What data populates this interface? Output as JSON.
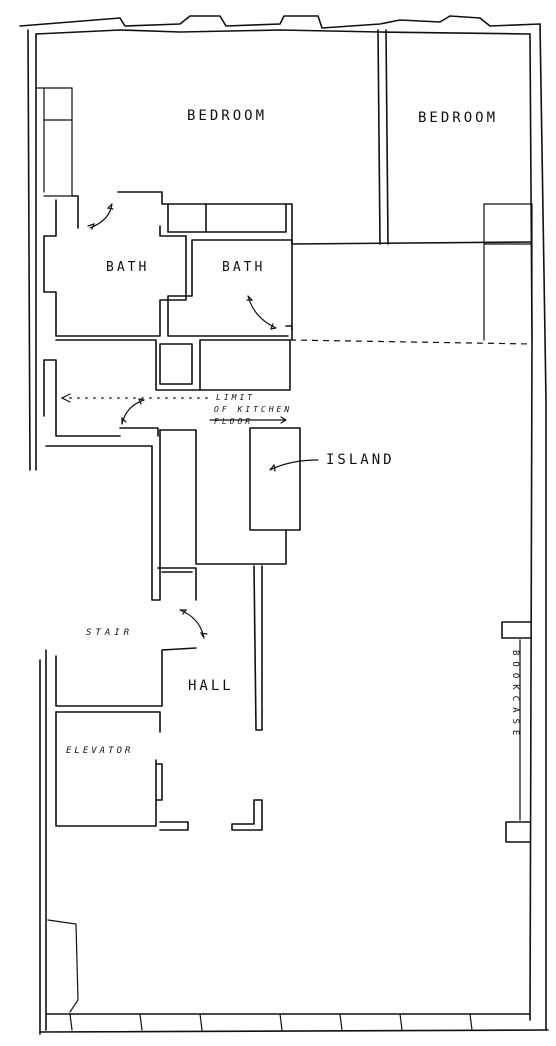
{
  "rooms": {
    "bedroom_left": "BEDROOM",
    "bedroom_right": "BEDROOM",
    "bath_left": "BATH",
    "bath_right": "BATH",
    "island": "ISLAND",
    "stair": "STAIR",
    "hall": "HALL",
    "elevator": "ELEVATOR",
    "bookcase": "BOOKCASE"
  },
  "notes": {
    "kitchen_limit_1": "LIMIT",
    "kitchen_limit_2": "OF KITCHEN",
    "kitchen_limit_3": "FLOOR"
  }
}
